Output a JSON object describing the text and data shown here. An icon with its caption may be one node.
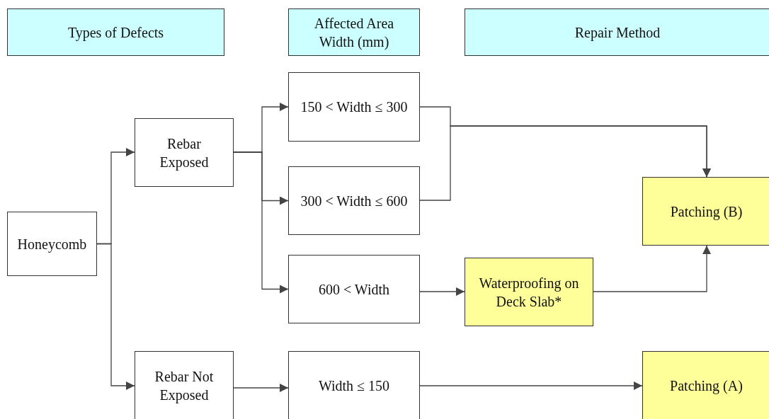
{
  "diagram": {
    "nodes": [
      {
        "text": [
          "Types of Defects"
        ]
      },
      {
        "text": [
          "Affected Area Width (mm)"
        ]
      },
      {
        "text": [
          "Repair Method"
        ]
      },
      {
        "text": [
          "Honeycomb"
        ]
      },
      {
        "text": [
          "Rebar Exposed"
        ]
      },
      {
        "text": [
          "Rebar Not Exposed"
        ]
      },
      {
        "text": [
          "150 < Width ≤ 300"
        ]
      },
      {
        "text": [
          "300 < Width ≤ 600"
        ]
      },
      {
        "text": [
          "600 < Width"
        ]
      },
      {
        "text": [
          "Waterproofing on Deck Slab*"
        ]
      },
      {
        "text": [
          "Patching (B)"
        ]
      },
      {
        "text": [
          "Width ≤ 150"
        ]
      },
      {
        "text": [
          "Patching (A)"
        ]
      }
    ],
    "edges": [
      {
        "from": 3,
        "to": 4,
        "arrow": "to"
      },
      {
        "from": 3,
        "to": 5,
        "arrow": "to"
      },
      {
        "from": 4,
        "to": 6,
        "arrow": "to"
      },
      {
        "from": 4,
        "to": 7,
        "arrow": "to"
      },
      {
        "from": 4,
        "to": 8,
        "arrow": "to"
      },
      {
        "from": 6,
        "to": 10,
        "arrow": "to"
      },
      {
        "from": 7,
        "to": 10,
        "arrow": "to"
      },
      {
        "from": 8,
        "to": 9,
        "arrow": "to"
      },
      {
        "from": 9,
        "to": 10,
        "arrow": "to"
      },
      {
        "from": 5,
        "to": 11,
        "arrow": "to"
      },
      {
        "from": 11,
        "to": 12,
        "arrow": "to"
      }
    ]
  }
}
